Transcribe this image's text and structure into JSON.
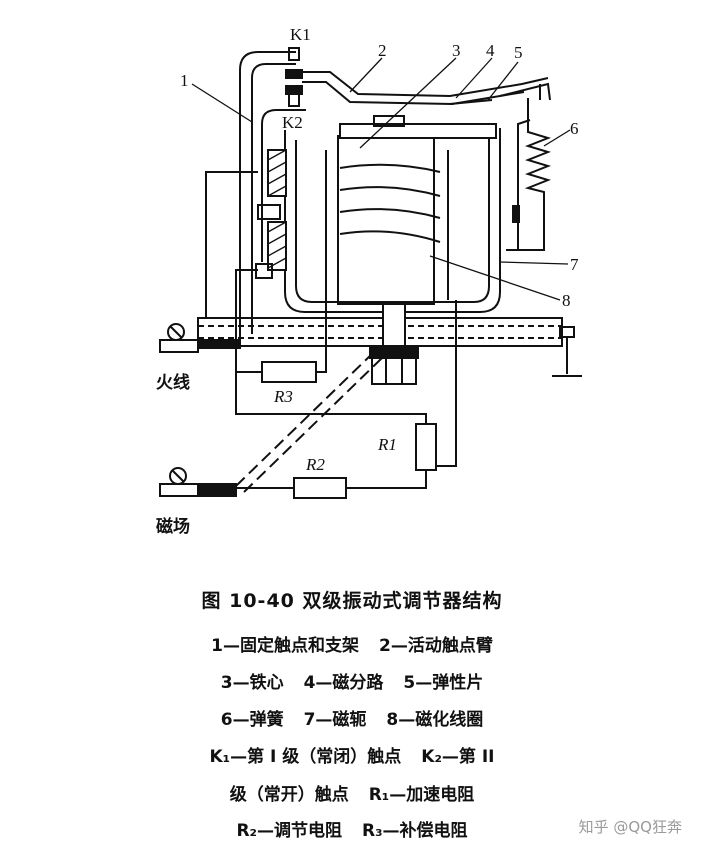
{
  "labels": {
    "k1": "K1",
    "k2": "K2",
    "n1": "1",
    "n2": "2",
    "n3": "3",
    "n4": "4",
    "n5": "5",
    "n6": "6",
    "n7": "7",
    "n8": "8",
    "r1": "R1",
    "r2": "R2",
    "r3": "R3",
    "live_wire": "火线",
    "field": "磁场"
  },
  "caption": {
    "title": "图 10-40   双级振动式调节器结构",
    "lines": [
      [
        "1—固定触点和支架",
        "2—活动触点臂"
      ],
      [
        "3—铁心",
        "4—磁分路",
        "5—弹性片"
      ],
      [
        "6—弹簧",
        "7—磁轭",
        "8—磁化线圈"
      ],
      [
        "K₁—第 I 级（常闭）触点",
        "K₂—第 II"
      ],
      [
        "级（常开）触点",
        "R₁—加速电阻"
      ],
      [
        "R₂—调节电阻",
        "R₃—补偿电阻"
      ]
    ]
  },
  "watermark": "知乎 @QQ狂奔"
}
